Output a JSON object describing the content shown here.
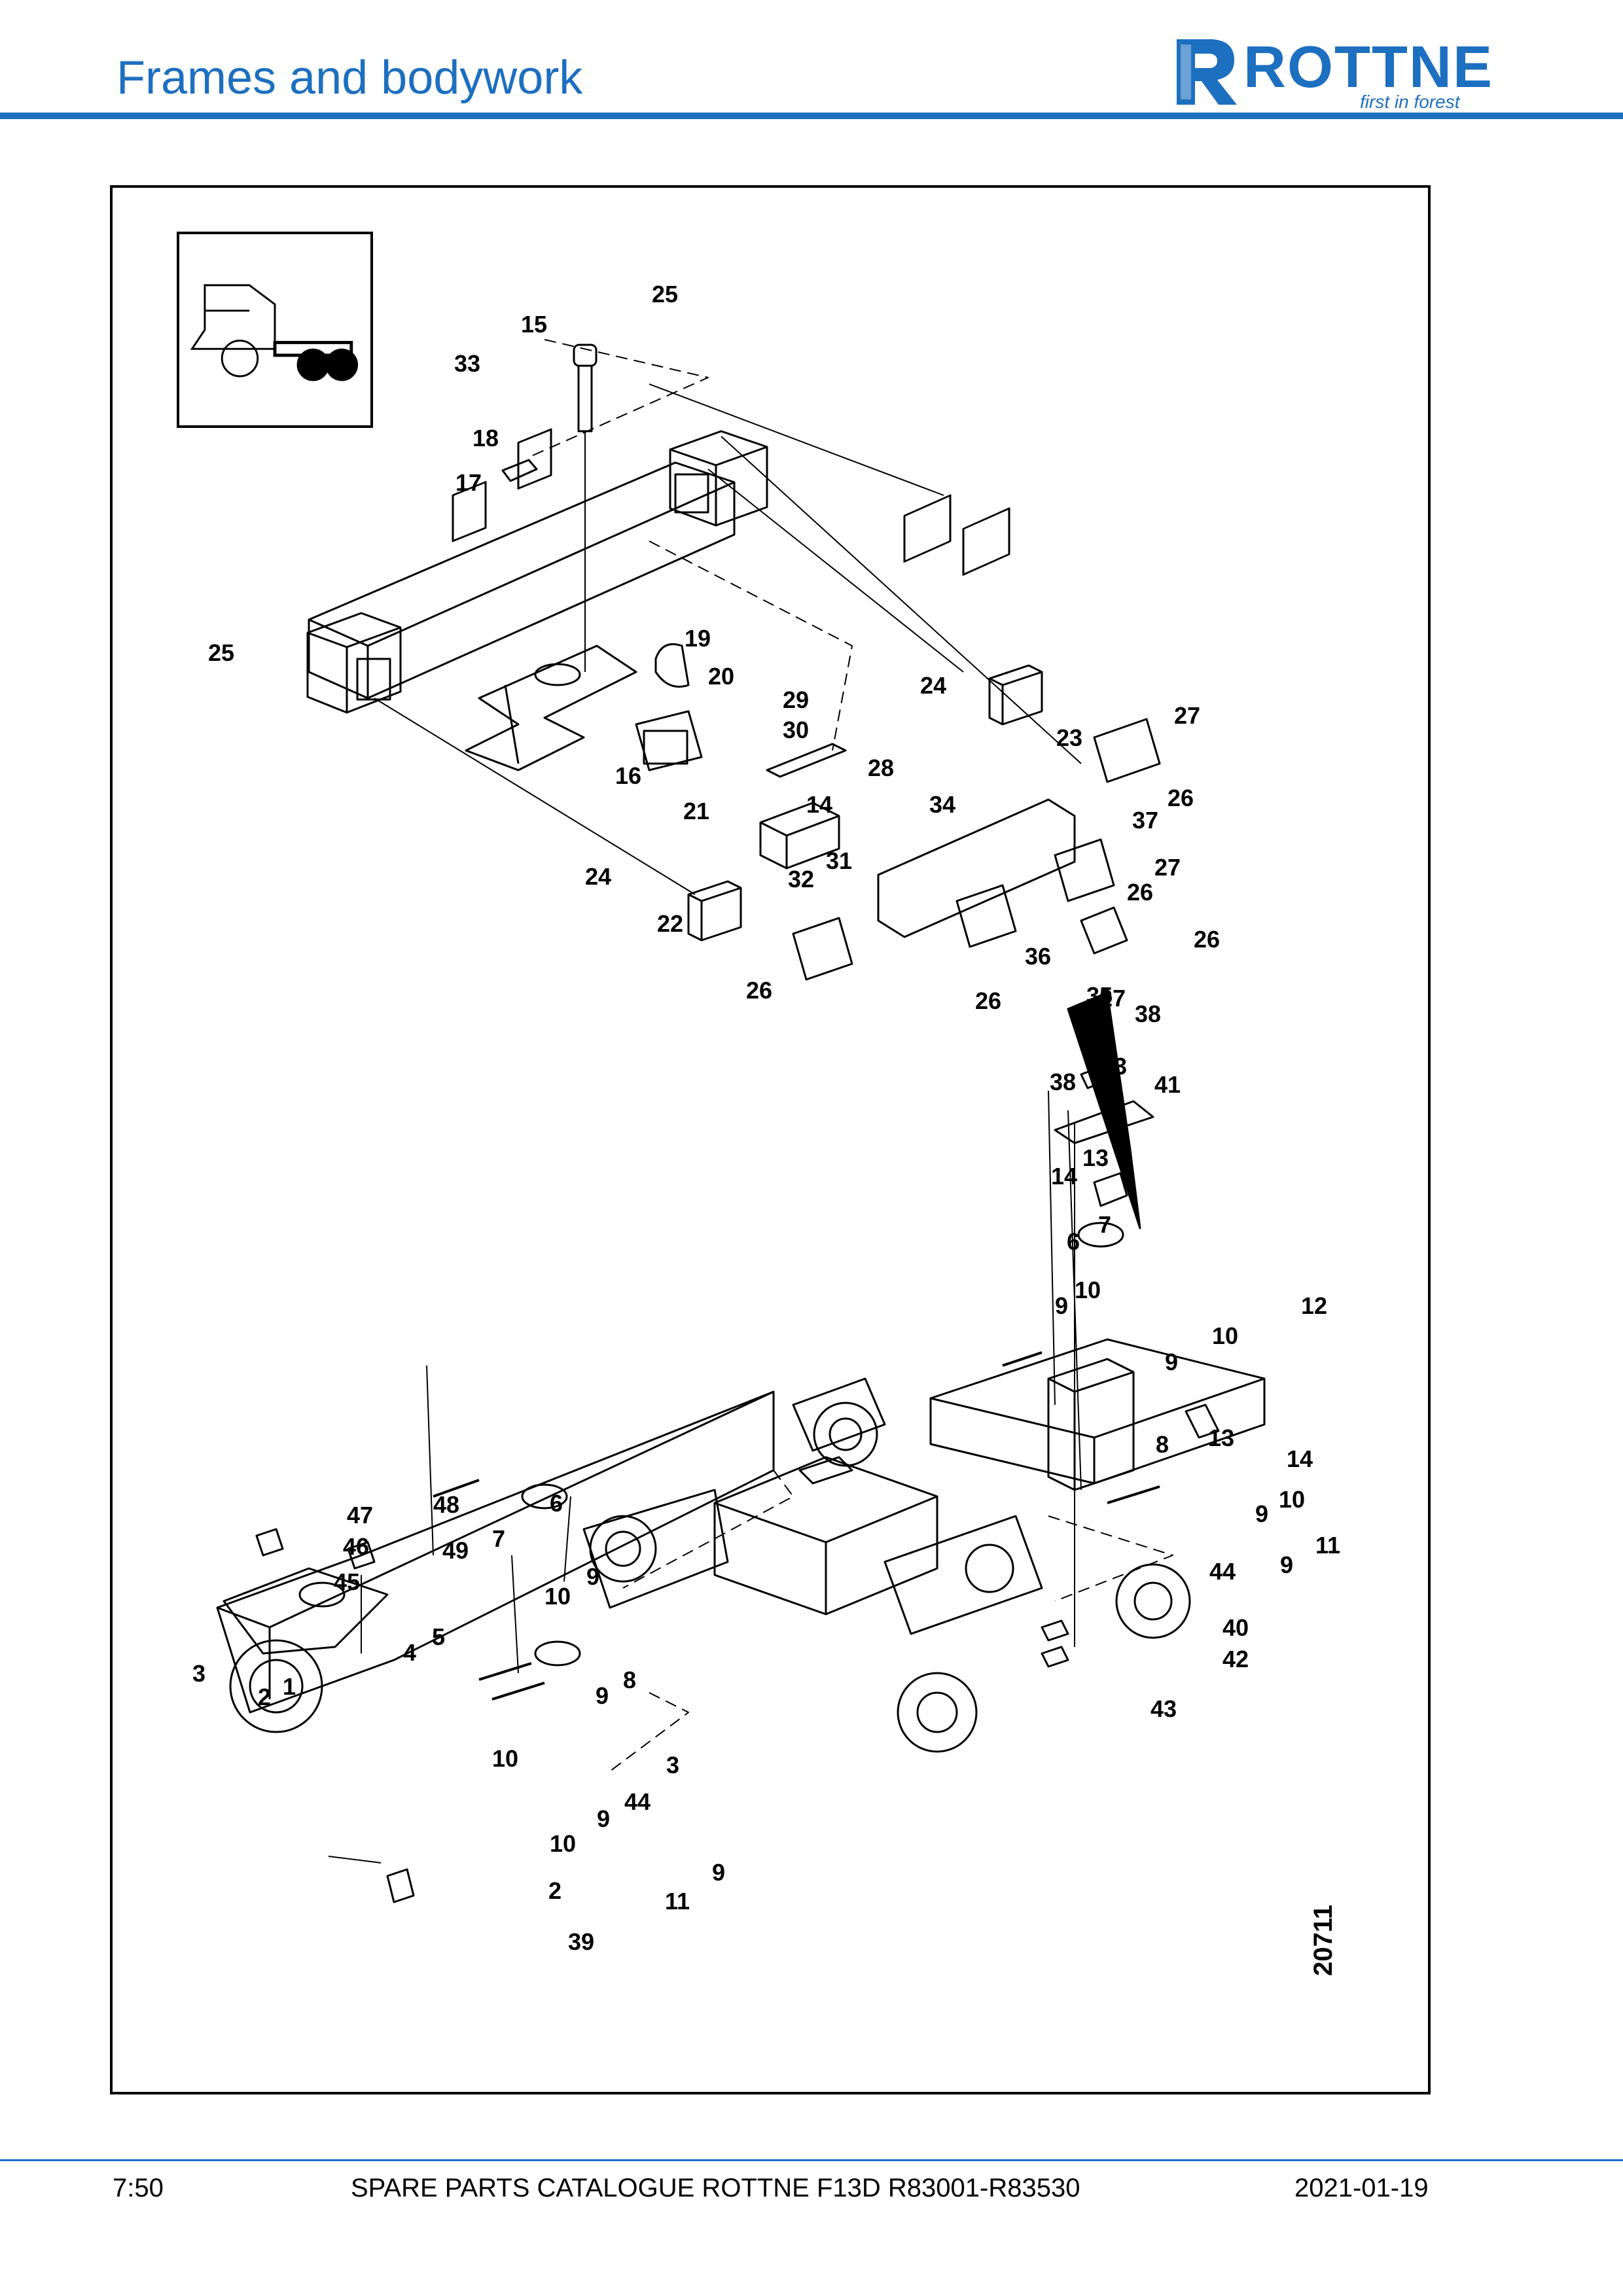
{
  "header": {
    "title": "Frames and bodywork",
    "logo_text": "ROTTNE",
    "logo_tagline": "first in forest",
    "brand_color": "#1d6fbf"
  },
  "diagram": {
    "drawing_number": "20711",
    "icons": [
      "forwarder-machine-icon",
      "rottne-logo-mark-icon"
    ]
  },
  "callouts": [
    "25",
    "15",
    "33",
    "18",
    "17",
    "25",
    "19",
    "20",
    "29",
    "30",
    "28",
    "16",
    "14",
    "21",
    "24",
    "23",
    "27",
    "26",
    "34",
    "37",
    "27",
    "26",
    "24",
    "31",
    "32",
    "22",
    "26",
    "36",
    "26",
    "27",
    "35",
    "26",
    "38",
    "43",
    "41",
    "38",
    "13",
    "14",
    "7",
    "6",
    "10",
    "9",
    "12",
    "10",
    "9",
    "13",
    "14",
    "8",
    "10",
    "9",
    "11",
    "44",
    "9",
    "47",
    "48",
    "46",
    "49",
    "45",
    "7",
    "6",
    "10",
    "9",
    "5",
    "4",
    "3",
    "2",
    "1",
    "9",
    "8",
    "10",
    "44",
    "9",
    "10",
    "9",
    "11",
    "2",
    "3",
    "39",
    "40",
    "42",
    "43"
  ],
  "footer": {
    "page": "7:50",
    "catalogue": "SPARE PARTS CATALOGUE ROTTNE F13D R83001-R83530",
    "date": "2021-01-19"
  }
}
